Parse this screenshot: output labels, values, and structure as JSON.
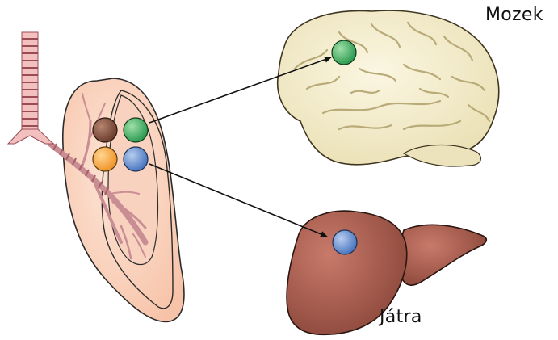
{
  "labels": {
    "brain": "Mozek",
    "liver": "Játra"
  },
  "colors": {
    "lung_fill": "#f9cdb6",
    "lung_inner": "#f6c0a6",
    "lung_outline": "#2b2b2b",
    "bronchi": "#c98e93",
    "bronchi_dark": "#a75e66",
    "trachea_fill": "#f2c1bf",
    "trachea_rings": "#9a4b55",
    "brain_fill": "#f2ebc8",
    "brain_folds": "#d8cc9a",
    "liver_fill": "#a4584a",
    "liver_highlight": "#c9796a",
    "liver_outline": "#2a1510",
    "tumor_brown": "#7a4a38",
    "tumor_green": "#33a55a",
    "tumor_orange": "#f4a23f",
    "tumor_blue": "#5d86c8",
    "arrow": "#111111"
  },
  "icons": {
    "lung": "lung-illustration",
    "brain": "brain-illustration",
    "liver": "liver-illustration"
  }
}
